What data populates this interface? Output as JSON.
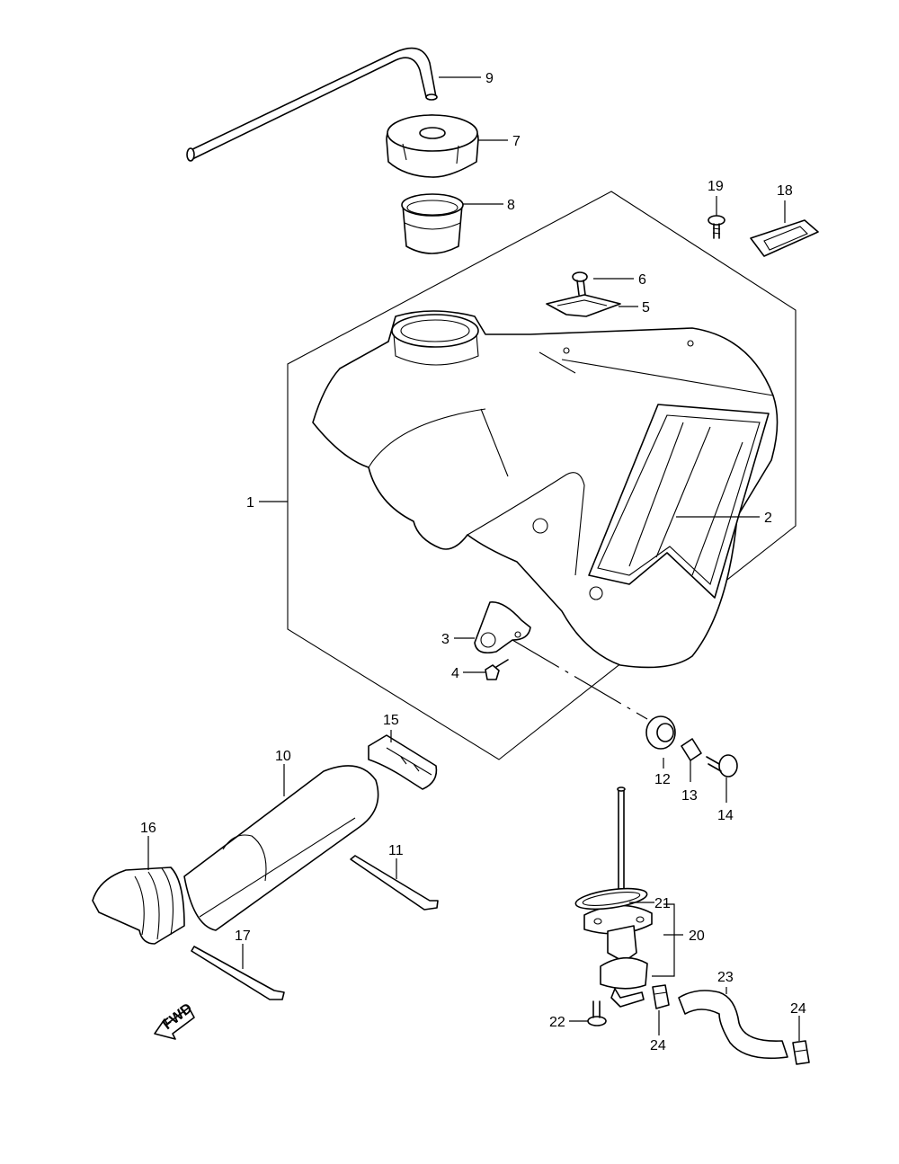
{
  "callouts": {
    "c1": "1",
    "c2": "2",
    "c3": "3",
    "c4": "4",
    "c5": "5",
    "c6": "6",
    "c7": "7",
    "c8": "8",
    "c9": "9",
    "c10": "10",
    "c11": "11",
    "c12": "12",
    "c13": "13",
    "c14": "14",
    "c15": "15",
    "c16": "16",
    "c17": "17",
    "c18": "18",
    "c19": "19",
    "c20": "20",
    "c21": "21",
    "c22": "22",
    "c23": "23",
    "c24a": "24",
    "c24b": "24"
  },
  "direction_badge": "FWD"
}
